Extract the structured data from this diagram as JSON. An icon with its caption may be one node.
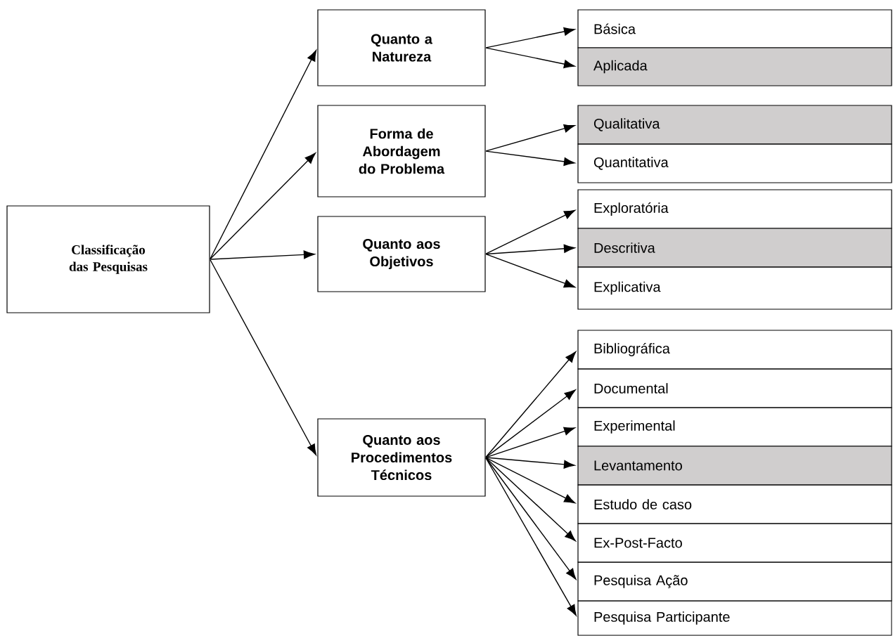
{
  "diagram": {
    "nodes": [
      {
        "text": [
          "Classificação das Pesquisas"
        ]
      },
      {
        "text": [
          "Quanto a Natureza"
        ]
      },
      {
        "text": [
          "Forma de Abordagem do Problema"
        ]
      },
      {
        "text": [
          "Quanto aos Objetivos"
        ]
      },
      {
        "text": [
          "Quanto aos Procedimentos Técnicos"
        ]
      },
      {
        "text": [
          "Básica"
        ]
      },
      {
        "text": [
          "Aplicada"
        ]
      },
      {
        "text": [
          "Qualitativa"
        ]
      },
      {
        "text": [
          "Quantitativa"
        ]
      },
      {
        "text": [
          "Exploratória"
        ]
      },
      {
        "text": [
          "Descritiva"
        ]
      },
      {
        "text": [
          "Explicativa"
        ]
      },
      {
        "text": [
          "Bibliográfica"
        ]
      },
      {
        "text": [
          "Documental"
        ]
      },
      {
        "text": [
          "Experimental"
        ]
      },
      {
        "text": [
          "Levantamento"
        ]
      },
      {
        "text": [
          "Estudo de caso"
        ]
      },
      {
        "text": [
          "Ex-Post-Facto"
        ]
      },
      {
        "text": [
          "Pesquisa Ação"
        ]
      },
      {
        "text": [
          "Pesquisa Participante"
        ]
      }
    ],
    "edges": [
      {
        "from": 0,
        "to": 1,
        "arrow": "to"
      },
      {
        "from": 0,
        "to": 2,
        "arrow": "to"
      },
      {
        "from": 0,
        "to": 3,
        "arrow": "to"
      },
      {
        "from": 0,
        "to": 4,
        "arrow": "to"
      },
      {
        "from": 1,
        "to": 5,
        "arrow": "to"
      },
      {
        "from": 1,
        "to": 6,
        "arrow": "to"
      },
      {
        "from": 2,
        "to": 7,
        "arrow": "to"
      },
      {
        "from": 2,
        "to": 8,
        "arrow": "to"
      },
      {
        "from": 3,
        "to": 9,
        "arrow": "to"
      },
      {
        "from": 3,
        "to": 10,
        "arrow": "to"
      },
      {
        "from": 3,
        "to": 11,
        "arrow": "to"
      },
      {
        "from": 4,
        "to": 12,
        "arrow": "to"
      },
      {
        "from": 4,
        "to": 13,
        "arrow": "to"
      },
      {
        "from": 4,
        "to": 14,
        "arrow": "to"
      },
      {
        "from": 4,
        "to": 15,
        "arrow": "to"
      },
      {
        "from": 4,
        "to": 16,
        "arrow": "to"
      },
      {
        "from": 4,
        "to": 17,
        "arrow": "to"
      },
      {
        "from": 4,
        "to": 18,
        "arrow": "to"
      },
      {
        "from": 4,
        "to": 19,
        "arrow": "to"
      }
    ]
  }
}
